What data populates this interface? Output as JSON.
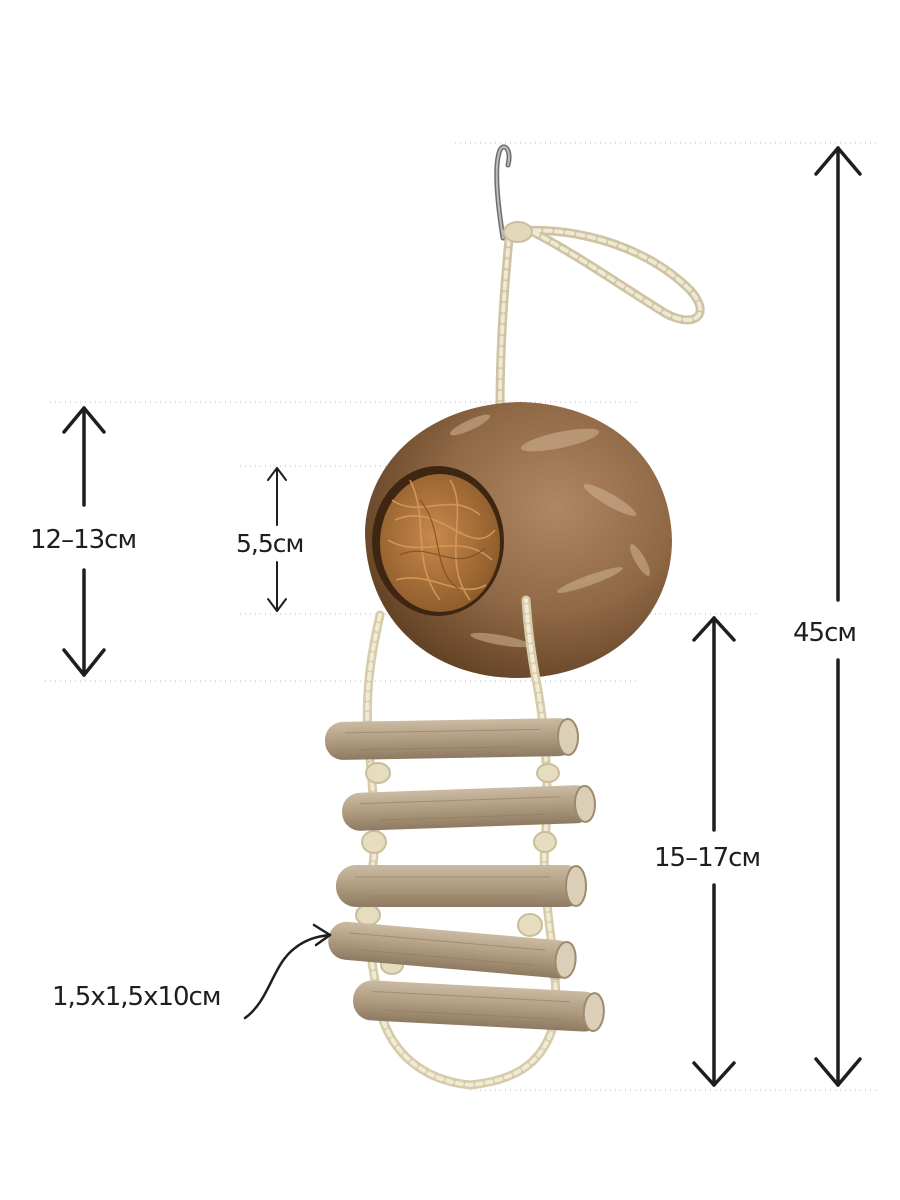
{
  "image": {
    "subject": "hanging coconut shell bird house with coir nesting fiber, sisal rope hanger with metal hook, and wooden rope ladder",
    "background_color": "#ffffff"
  },
  "dimensions": {
    "house_height": "12–13см",
    "entrance_diameter": "5,5см",
    "total_length": "45см",
    "ladder_length": "15–17см",
    "rung_size": "1,5x1,5x10см"
  },
  "colors": {
    "coconut": "#8a6440",
    "coconut_highlight": "#c7a47e",
    "coir": "#b2773e",
    "wood": "#b6a48c",
    "rope": "#e9e0c4",
    "arrow": "#1e1e1e",
    "guide_dots": "#c8c8c8"
  }
}
